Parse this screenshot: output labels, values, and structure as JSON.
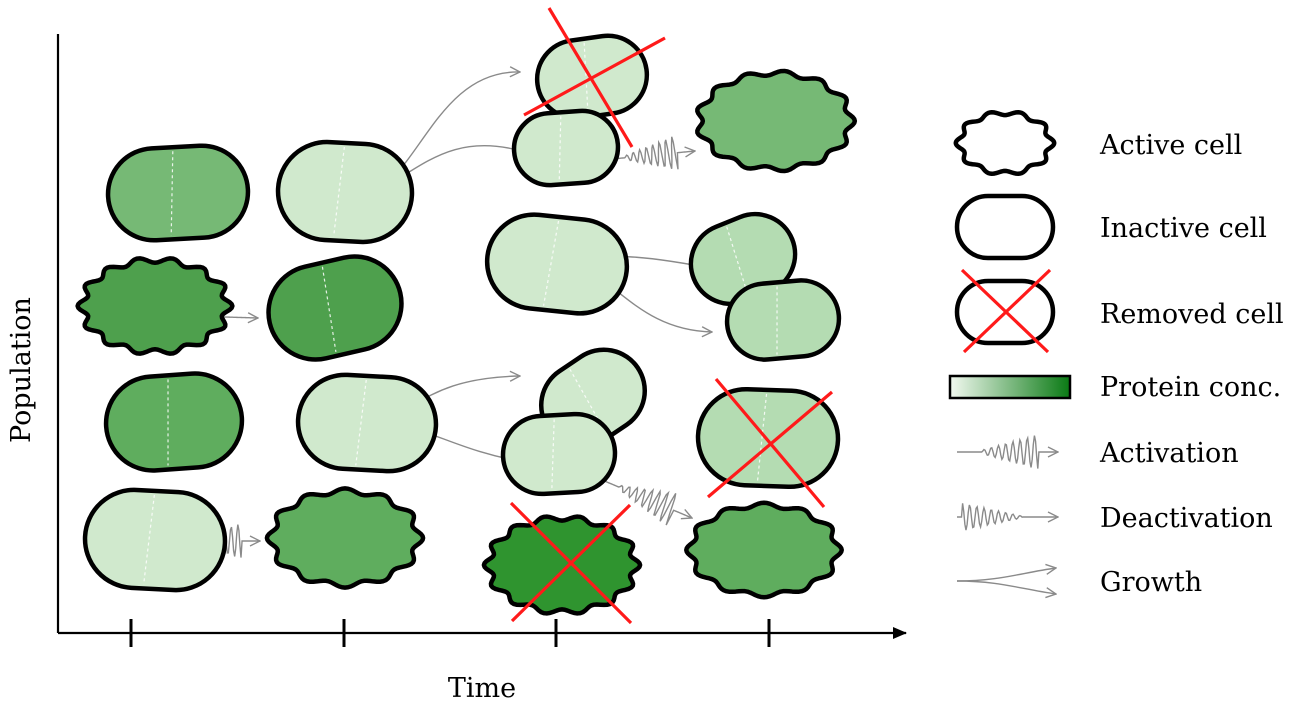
{
  "axes": {
    "x_label": "Time",
    "y_label": "Population",
    "x_tick_count": 4
  },
  "legend": {
    "items": [
      {
        "key": "active",
        "label": "Active cell",
        "symbol": "wavy-cell-icon",
        "color": "#000000"
      },
      {
        "key": "inactive",
        "label": "Inactive cell",
        "symbol": "rounded-cell-icon",
        "color": "#000000"
      },
      {
        "key": "removed",
        "label": "Removed cell",
        "symbol": "crossed-cell-icon",
        "color": "#a31a1a"
      },
      {
        "key": "protein",
        "label": "Protein conc.",
        "symbol": "gradient-bar-icon",
        "color": "#2e8b57"
      },
      {
        "key": "activation",
        "label": "Activation",
        "symbol": "activation-arrow-icon",
        "color": "#000000"
      },
      {
        "key": "deactivation",
        "label": "Deactivation",
        "symbol": "deactivation-arrow-icon",
        "color": "#000000"
      },
      {
        "key": "growth",
        "label": "Growth",
        "symbol": "growth-arrow-icon",
        "color": "#000000"
      }
    ]
  },
  "colors": {
    "protein_low": "#f2f9f0",
    "protein_high": "#0a7a14",
    "removal_cross": "#ff1a1a",
    "removed_label": "#a31a1a",
    "protein_label": "#2e8b57",
    "flow_arrow": "#8a8a8a"
  }
}
